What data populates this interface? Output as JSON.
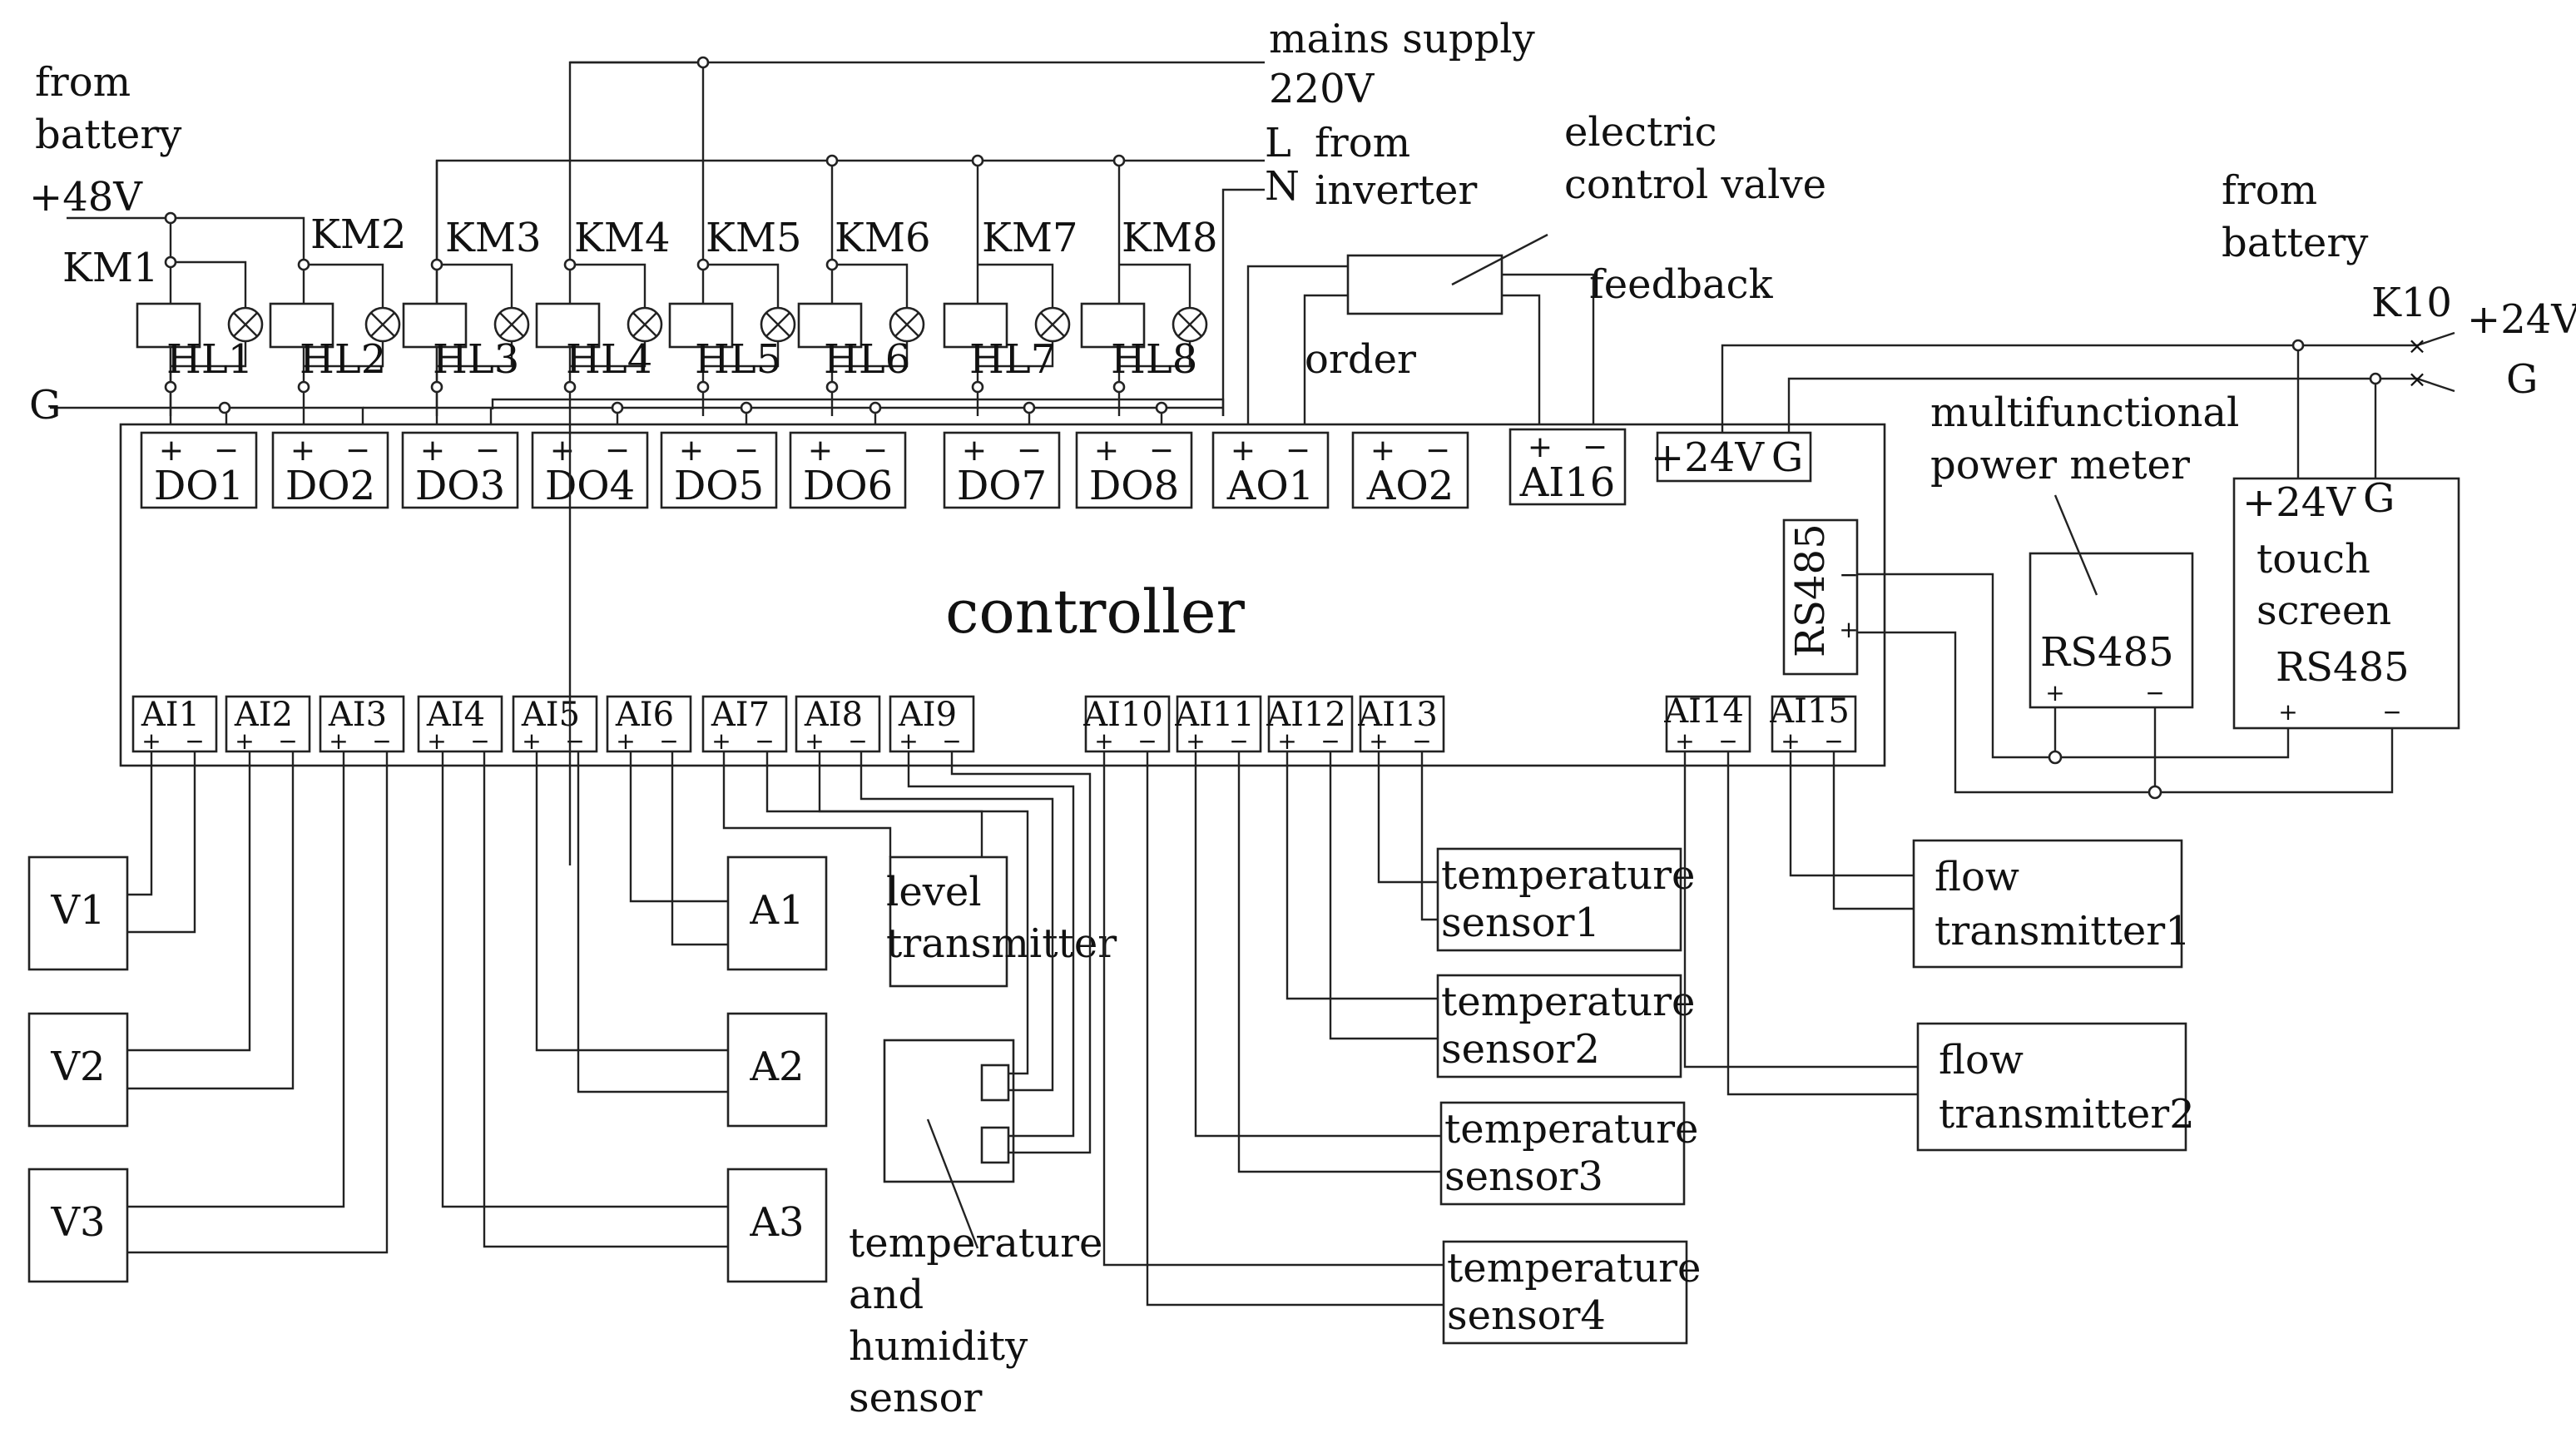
{
  "labels": {
    "controller": "controller",
    "from_battery_top": [
      "from",
      "battery"
    ],
    "plus48": "+48V",
    "G_left": "G",
    "mains": [
      "mains supply",
      "220V"
    ],
    "L": "L",
    "N": "N",
    "from_inverter": [
      "from",
      "inverter"
    ],
    "valve": [
      "electric",
      "control valve"
    ],
    "feedback": "feedback",
    "order": "order",
    "from_battery_right": [
      "from",
      "battery"
    ],
    "K10": "K10",
    "plus24_top": "+24V",
    "G_top": "G",
    "meter": [
      "multifunctional",
      "power meter"
    ],
    "rs485": "RS485",
    "plus24_ctrl": "+24V",
    "G_ctrl": "G",
    "touch_plus24": "+24V",
    "touch_G": "G",
    "touch": [
      "touch",
      "screen"
    ],
    "touch_rs485": "RS485",
    "plus": "+",
    "minus": "−"
  },
  "km": [
    "KM1",
    "KM2",
    "KM3",
    "KM4",
    "KM5",
    "KM6",
    "KM7",
    "KM8"
  ],
  "hl": [
    "HL1",
    "HL2",
    "HL3",
    "HL4",
    "HL5",
    "HL6",
    "HL7",
    "HL8"
  ],
  "top_ports": [
    "DO1",
    "DO2",
    "DO3",
    "DO4",
    "DO5",
    "DO6",
    "DO7",
    "DO8",
    "AO1",
    "AO2",
    "AI16"
  ],
  "bottom_ports": [
    "AI1",
    "AI2",
    "AI3",
    "AI4",
    "AI5",
    "AI6",
    "AI7",
    "AI8",
    "AI9",
    "AI10",
    "AI11",
    "AI12",
    "AI13",
    "AI14",
    "AI15"
  ],
  "devices": {
    "V": [
      "V1",
      "V2",
      "V3"
    ],
    "A": [
      "A1",
      "A2",
      "A3"
    ],
    "level": [
      "level",
      "transmitter"
    ],
    "th": [
      "temperature",
      "and",
      "humidity",
      "sensor"
    ],
    "temp": [
      [
        "temperature",
        "sensor1"
      ],
      [
        "temperature",
        "sensor2"
      ],
      [
        "temperature",
        "sensor3"
      ],
      [
        "temperature",
        "sensor4"
      ]
    ],
    "flow": [
      [
        "flow",
        "transmitter1"
      ],
      [
        "flow",
        "transmitter2"
      ]
    ]
  }
}
